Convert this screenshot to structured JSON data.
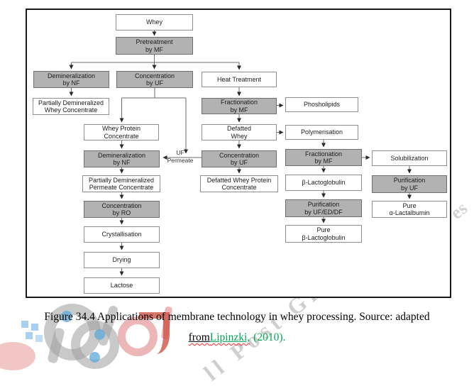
{
  "colors": {
    "node_gray": "#B2B2B2",
    "green": "#00A651",
    "red_squiggle": "#FF2A2A",
    "frame_black": "#1A1A1A"
  },
  "caption": {
    "line1": "Figure 34.4 Applications of membrane technology in whey processing. Source: adapted",
    "from_word": "from",
    "citation": "Lipinzki,",
    "year": "(2010)."
  },
  "watermark": {
    "diagonal_text": "ll Post Gra",
    "edge_text": "es"
  },
  "flowchart": {
    "edge_label": "UF\nPermeate",
    "nodes": [
      {
        "id": "whey",
        "label": "Whey",
        "shade": "white"
      },
      {
        "id": "pretreatment-mf",
        "label": "Pretreatment\nby MF",
        "shade": "gray"
      },
      {
        "id": "demineralization-nf-1",
        "label": "Demineralization\nby NF",
        "shade": "gray"
      },
      {
        "id": "concentration-uf-1",
        "label": "Concentration\nby UF",
        "shade": "gray"
      },
      {
        "id": "heat-treatment",
        "label": "Heat Treatment",
        "shade": "white"
      },
      {
        "id": "partially-demineralized-whey-concentrate",
        "label": "Partially Demineralized\nWhey Concentrate",
        "shade": "white"
      },
      {
        "id": "fractionation-mf-1",
        "label": "Fractionation\nby MF",
        "shade": "gray"
      },
      {
        "id": "phospholipids",
        "label": "Phosholipids",
        "shade": "white"
      },
      {
        "id": "whey-protein-concentrate",
        "label": "Whey Protein\nConcentrate",
        "shade": "white"
      },
      {
        "id": "defatted-whey",
        "label": "Defatted\nWhey",
        "shade": "white"
      },
      {
        "id": "polymerisation",
        "label": "Polymerisation",
        "shade": "white"
      },
      {
        "id": "demineralization-nf-2",
        "label": "Demineralization\nby NF",
        "shade": "gray"
      },
      {
        "id": "concentration-uf-2",
        "label": "Concentration\nby UF",
        "shade": "gray"
      },
      {
        "id": "fractionation-mf-2",
        "label": "Fractionation\nby MF",
        "shade": "gray"
      },
      {
        "id": "solubilization",
        "label": "Solubilization",
        "shade": "white"
      },
      {
        "id": "partially-demineralized-permeate-concentrate",
        "label": "Partially Demineralized\nPermeate Concentrate",
        "shade": "white"
      },
      {
        "id": "defatted-whey-protein-concentrate",
        "label": "Defatted Whey Protein\nConcentrate",
        "shade": "white"
      },
      {
        "id": "beta-lactoglobulin",
        "label": "β-Lactoglobulin",
        "shade": "white"
      },
      {
        "id": "purification-uf",
        "label": "Purification\nby UF",
        "shade": "gray"
      },
      {
        "id": "concentration-ro",
        "label": "Concentration\nby RO",
        "shade": "gray"
      },
      {
        "id": "purification-uf-ed-df",
        "label": "Purification\nby UF/ED/DF",
        "shade": "gray"
      },
      {
        "id": "pure-alpha-lactalbumin",
        "label": "Pure\nα-Lactalbumin",
        "shade": "white"
      },
      {
        "id": "crystallisation",
        "label": "Crystallisation",
        "shade": "white"
      },
      {
        "id": "pure-beta-lactoglobulin",
        "label": "Pure\nβ-Lactoglobulin",
        "shade": "white"
      },
      {
        "id": "drying",
        "label": "Drying",
        "shade": "white"
      },
      {
        "id": "lactose",
        "label": "Lactose",
        "shade": "white"
      }
    ]
  }
}
